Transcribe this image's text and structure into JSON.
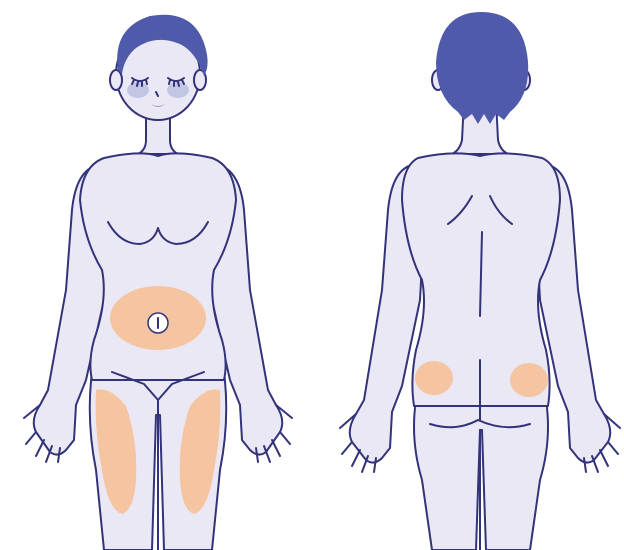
{
  "colors": {
    "skin": "#ebe8f5",
    "outline": "#33337a",
    "hair": "#4f5aab",
    "zone": "#f5c4a1",
    "blush": "#c2c6e3",
    "background": "#ffffff"
  },
  "figures": [
    {
      "view": "front",
      "highlighted_regions": [
        "abdomen",
        "left-outer-thigh",
        "right-outer-thigh"
      ]
    },
    {
      "view": "back",
      "highlighted_regions": [
        "left-upper-buttock",
        "right-upper-buttock"
      ]
    }
  ]
}
